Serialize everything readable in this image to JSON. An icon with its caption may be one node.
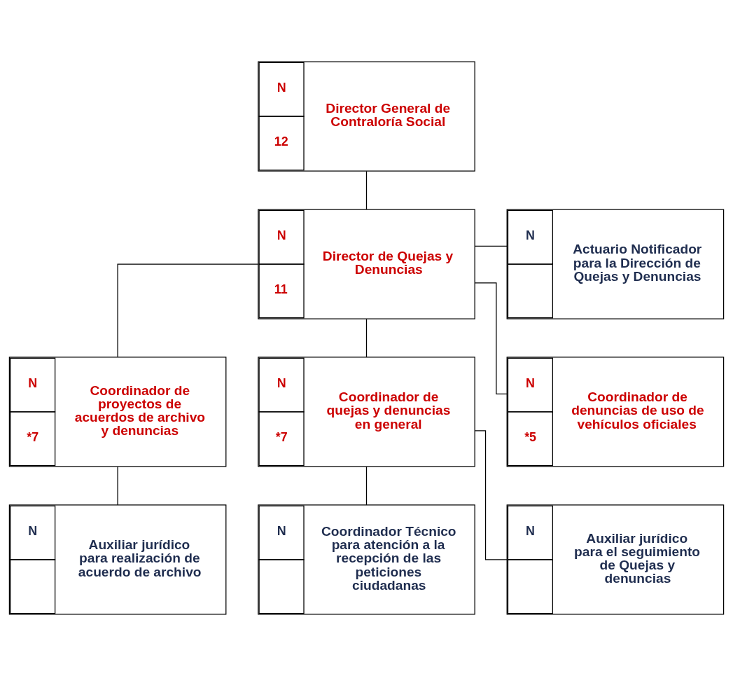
{
  "diagram": {
    "nodes": [
      {
        "text": [
          "N",
          "12",
          "Director General de Contraloría Social"
        ]
      },
      {
        "text": [
          "N",
          "11",
          "Director de Quejas y Denuncias"
        ]
      },
      {
        "text": [
          "N",
          "Actuario Notificador para la Dirección de Quejas y Denuncias"
        ]
      },
      {
        "text": [
          "N",
          "*7",
          "Coordinador de proyectos de acuerdos de archivo y denuncias"
        ]
      },
      {
        "text": [
          "N",
          "*7",
          "Coordinador de quejas y denuncias en general"
        ]
      },
      {
        "text": [
          "N",
          "*5",
          "Coordinador de denuncias de uso de vehículos oficiales"
        ]
      },
      {
        "text": [
          "N",
          "Auxiliar jurídico para realización de acuerdo de archivo"
        ]
      },
      {
        "text": [
          "N",
          "Coordinador Técnico para atención a la recepción de las peticiones ciudadanas"
        ]
      },
      {
        "text": [
          "N",
          "Auxiliar jurídico para el seguimiento de Quejas y denuncias"
        ]
      }
    ],
    "edges": [
      {
        "from": 0,
        "to": 1,
        "arrow": "none"
      },
      {
        "from": 1,
        "to": 2,
        "arrow": "none"
      },
      {
        "from": 1,
        "to": 3,
        "arrow": "none"
      },
      {
        "from": 1,
        "to": 4,
        "arrow": "none"
      },
      {
        "from": 1,
        "to": 5,
        "arrow": "none"
      },
      {
        "from": 3,
        "to": 6,
        "arrow": "none"
      },
      {
        "from": 4,
        "to": 7,
        "arrow": "none"
      },
      {
        "from": 4,
        "to": 8,
        "arrow": "none"
      }
    ]
  }
}
